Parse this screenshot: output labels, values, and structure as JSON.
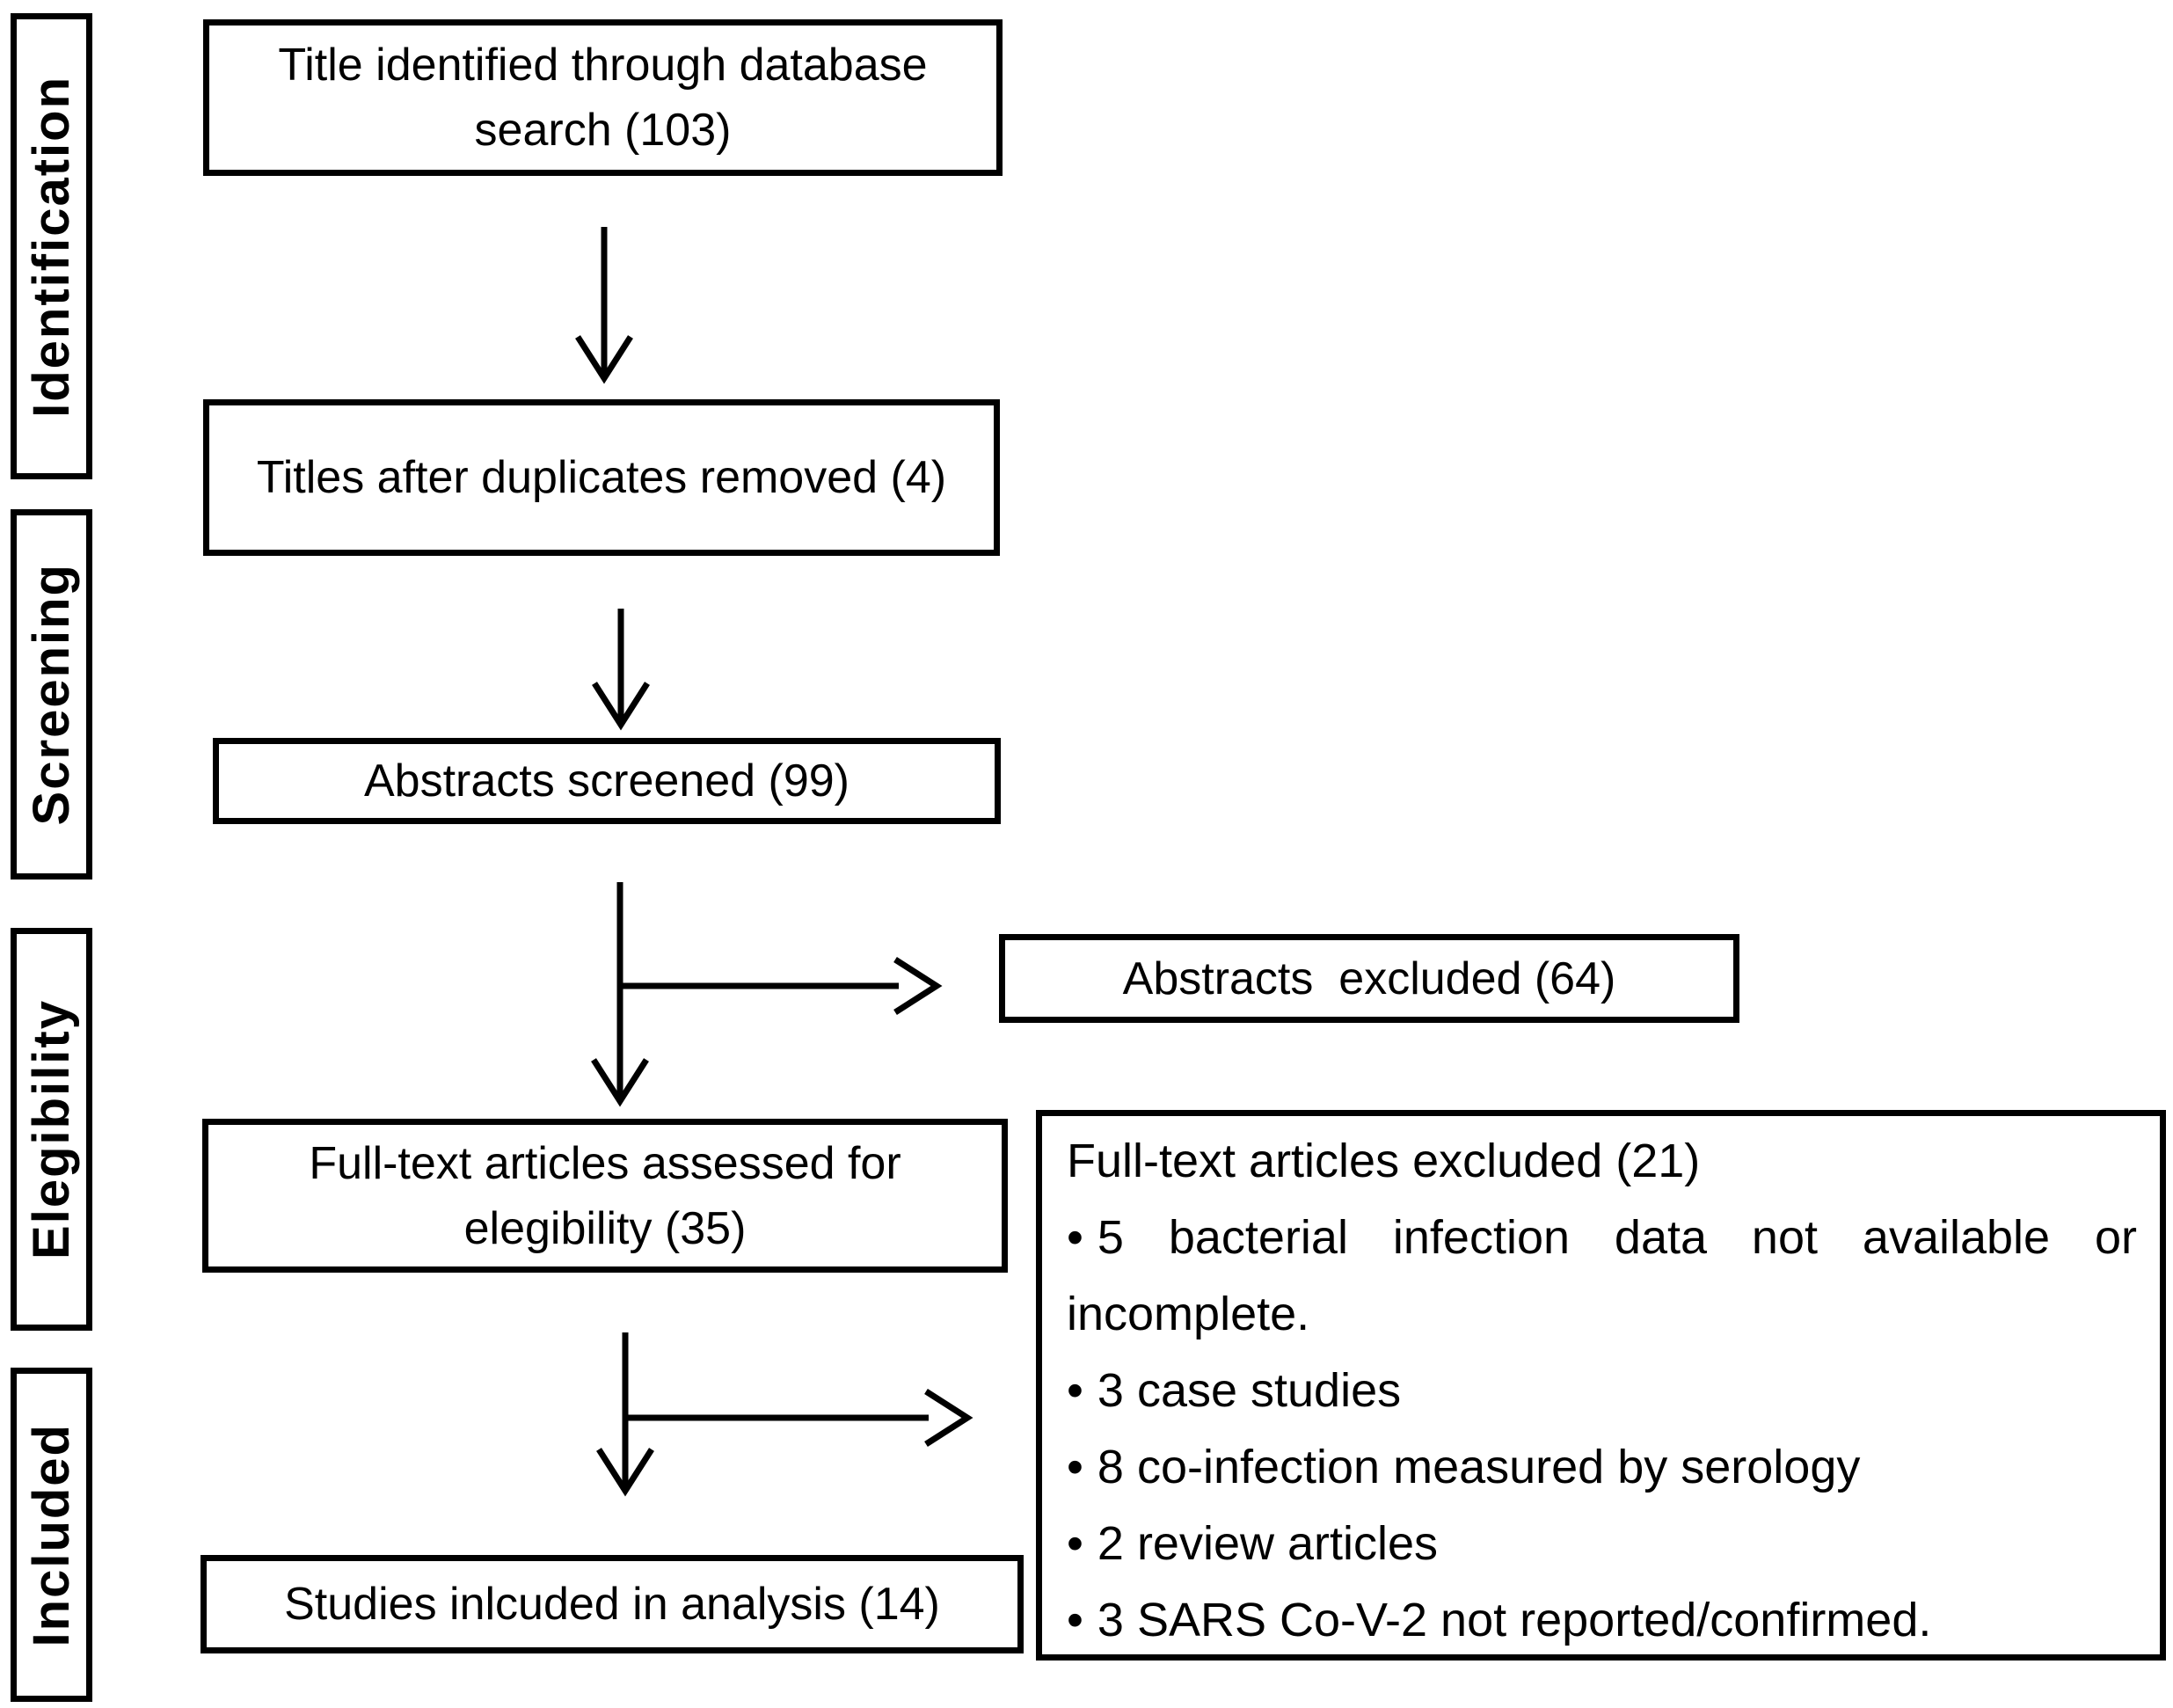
{
  "figure": {
    "background_color": "#ffffff",
    "line_color": "#000000",
    "type": "prisma-flow-diagram"
  },
  "sidebar": {
    "stages": [
      {
        "label": "Identification"
      },
      {
        "label": "Screening"
      },
      {
        "label": "Elegibility"
      },
      {
        "label": "Included"
      }
    ]
  },
  "flow": {
    "boxes": [
      {
        "label": "Title identified through database search (103)"
      },
      {
        "label": "Titles after duplicates removed (4)"
      },
      {
        "label": "Abstracts screened (99)"
      },
      {
        "label": "Full-text articles assessed for elegibility (35)"
      },
      {
        "label": "Studies inlcuded in analysis (14)"
      }
    ]
  },
  "exclusions": {
    "abstracts": {
      "label": "Abstracts  excluded (64)"
    },
    "fulltext": {
      "title": "Full-text articles excluded (21)",
      "bullet": "•",
      "reasons": [
        "5 bacterial infection data not available or incomplete.",
        "3 case studies",
        "8 co-infection measured by serology",
        "2 review articles",
        "3 SARS Co-V-2 not reported/confirmed."
      ]
    }
  }
}
